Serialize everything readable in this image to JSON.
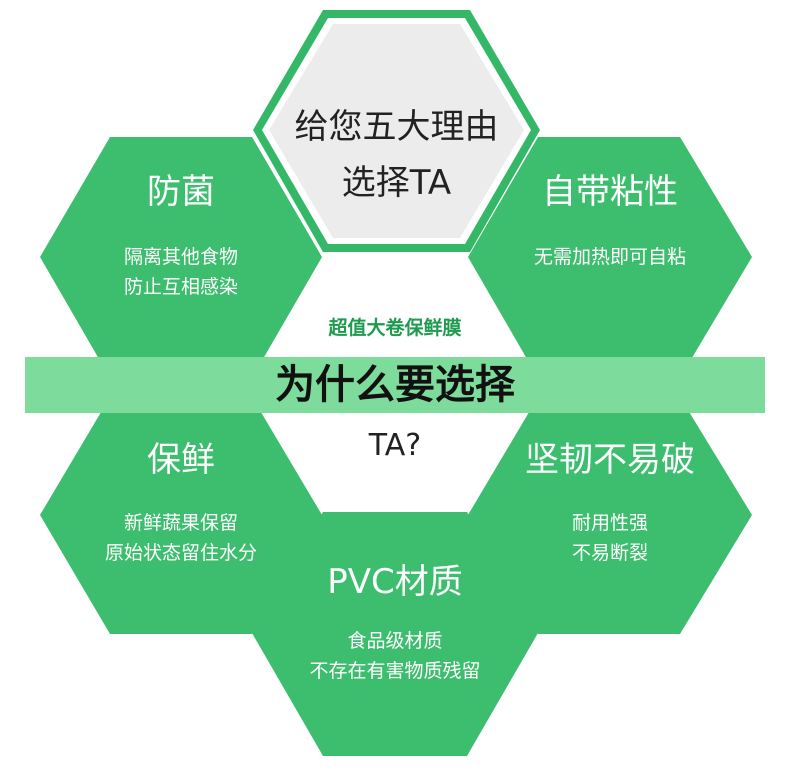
{
  "center": {
    "title_line1": "给您五大理由",
    "title_line2": "选择TA"
  },
  "subtitle": "超值大卷保鲜膜",
  "band_title": "为什么要选择",
  "band_suffix": "TA?",
  "features": [
    {
      "title": "防菌",
      "desc_line1": "隔离其他食物",
      "desc_line2": "防止互相感染"
    },
    {
      "title": "自带粘性",
      "desc_line1": "无需加热即可自粘",
      "desc_line2": ""
    },
    {
      "title": "保鲜",
      "desc_line1": "新鲜蔬果保留",
      "desc_line2": "原始状态留住水分"
    },
    {
      "title": "坚韧不易破",
      "desc_line1": "耐用性强",
      "desc_line2": "不易断裂"
    },
    {
      "title": "PVC材质",
      "desc_line1": "食品级材质",
      "desc_line2": "不存在有害物质残留"
    }
  ],
  "colors": {
    "hex_green": "#3cbe6e",
    "hex_outline": "#34b868",
    "center_fill": "#ececec",
    "band": "#7ddb9b",
    "subtitle": "#1e9b4f"
  }
}
